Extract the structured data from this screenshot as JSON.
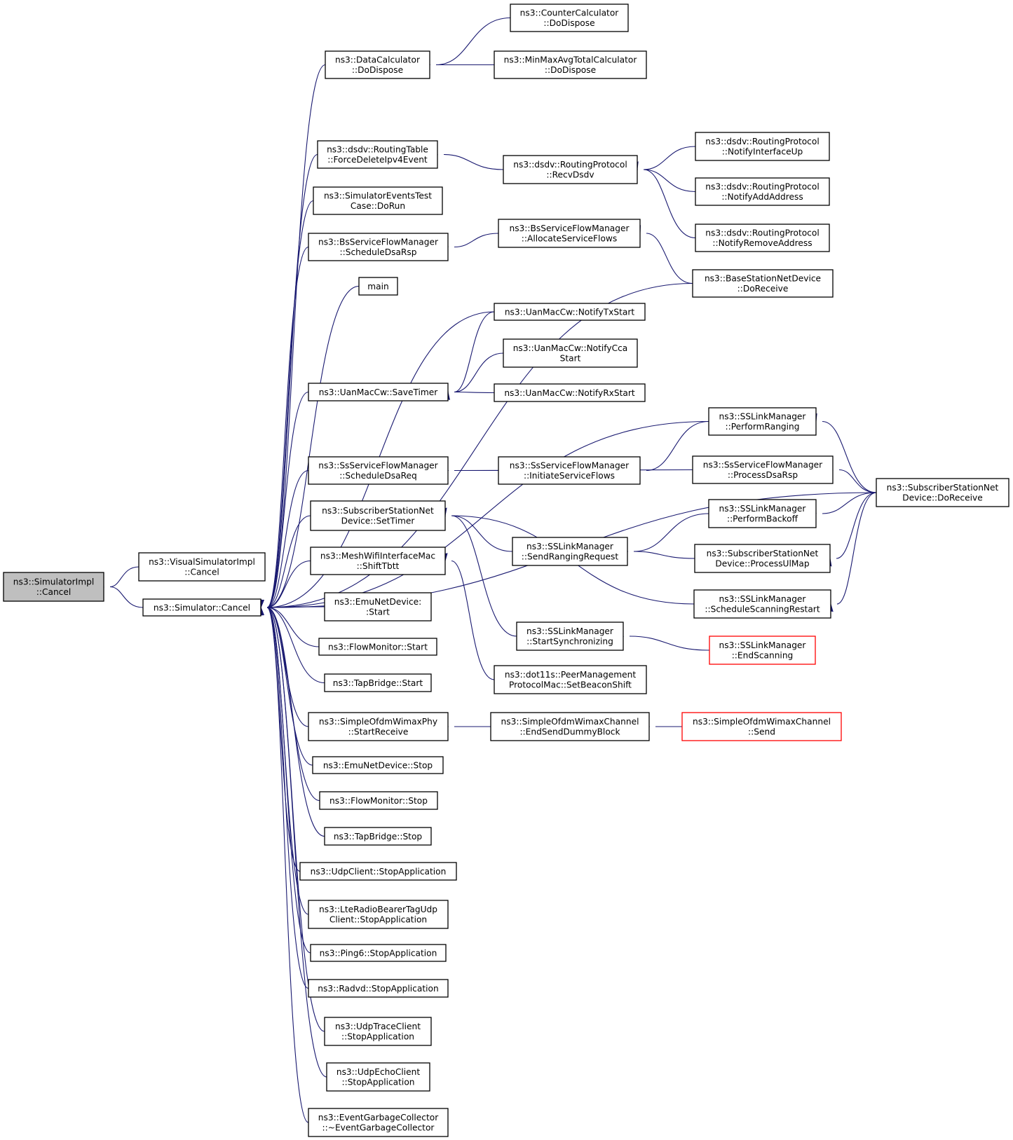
{
  "graph": {
    "nodes": [
      {
        "id": "root",
        "lines": [
          "ns3::SimulatorImpl",
          "::Cancel"
        ],
        "highlight": true
      },
      {
        "id": "visual",
        "lines": [
          "ns3::VisualSimulatorImpl",
          "::Cancel"
        ]
      },
      {
        "id": "simcancel",
        "lines": [
          "ns3::Simulator::Cancel"
        ]
      },
      {
        "id": "dc_dispose",
        "lines": [
          "ns3::DataCalculator",
          "::DoDispose"
        ]
      },
      {
        "id": "cc_dispose",
        "lines": [
          "ns3::CounterCalculator",
          "::DoDispose"
        ]
      },
      {
        "id": "mm_dispose",
        "lines": [
          "ns3::MinMaxAvgTotalCalculator",
          "::DoDispose"
        ]
      },
      {
        "id": "dsdv_rt",
        "lines": [
          "ns3::dsdv::RoutingTable",
          "::ForceDeleteIpv4Event"
        ]
      },
      {
        "id": "dsdv_recv",
        "lines": [
          "ns3::dsdv::RoutingProtocol",
          "::RecvDsdv"
        ]
      },
      {
        "id": "dsdv_up",
        "lines": [
          "ns3::dsdv::RoutingProtocol",
          "::NotifyInterfaceUp"
        ]
      },
      {
        "id": "dsdv_add",
        "lines": [
          "ns3::dsdv::RoutingProtocol",
          "::NotifyAddAddress"
        ]
      },
      {
        "id": "dsdv_rem",
        "lines": [
          "ns3::dsdv::RoutingProtocol",
          "::NotifyRemoveAddress"
        ]
      },
      {
        "id": "simev",
        "lines": [
          "ns3::SimulatorEventsTest",
          "Case::DoRun"
        ]
      },
      {
        "id": "bs_dsarsp",
        "lines": [
          "ns3::BsServiceFlowManager",
          "::ScheduleDsaRsp"
        ]
      },
      {
        "id": "bs_alloc",
        "lines": [
          "ns3::BsServiceFlowManager",
          "::AllocateServiceFlows"
        ]
      },
      {
        "id": "bsnd_recv",
        "lines": [
          "ns3::BaseStationNetDevice",
          "::DoReceive"
        ]
      },
      {
        "id": "main",
        "lines": [
          "main"
        ]
      },
      {
        "id": "uan_tx",
        "lines": [
          "ns3::UanMacCw::NotifyTxStart"
        ]
      },
      {
        "id": "uan_cca",
        "lines": [
          "ns3::UanMacCw::NotifyCca",
          "Start"
        ]
      },
      {
        "id": "uan_save",
        "lines": [
          "ns3::UanMacCw::SaveTimer"
        ]
      },
      {
        "id": "uan_rx",
        "lines": [
          "ns3::UanMacCw::NotifyRxStart"
        ]
      },
      {
        "id": "ss_range",
        "lines": [
          "ns3::SSLinkManager",
          "::PerformRanging"
        ]
      },
      {
        "id": "ss_dsareq",
        "lines": [
          "ns3::SsServiceFlowManager",
          "::ScheduleDsaReq"
        ]
      },
      {
        "id": "ss_init",
        "lines": [
          "ns3::SsServiceFlowManager",
          "::InitiateServiceFlows"
        ]
      },
      {
        "id": "ss_proc",
        "lines": [
          "ns3::SsServiceFlowManager",
          "::ProcessDsaRsp"
        ]
      },
      {
        "id": "ssnd_recv",
        "lines": [
          "ns3::SubscriberStationNet",
          "Device::DoReceive"
        ]
      },
      {
        "id": "ssnd_timer",
        "lines": [
          "ns3::SubscriberStationNet",
          "Device::SetTimer"
        ]
      },
      {
        "id": "ss_backoff",
        "lines": [
          "ns3::SSLinkManager",
          "::PerformBackoff"
        ]
      },
      {
        "id": "ss_sendreq",
        "lines": [
          "ns3::SSLinkManager",
          "::SendRangingRequest"
        ]
      },
      {
        "id": "ssnd_ulmap",
        "lines": [
          "ns3::SubscriberStationNet",
          "Device::ProcessUlMap"
        ]
      },
      {
        "id": "ss_sched",
        "lines": [
          "ns3::SSLinkManager",
          "::ScheduleScanningRestart"
        ]
      },
      {
        "id": "mesh_shift",
        "lines": [
          "ns3::MeshWifiInterfaceMac",
          "::ShiftTbtt"
        ]
      },
      {
        "id": "emu_start",
        "lines": [
          "ns3::EmuNetDevice:",
          ":Start"
        ]
      },
      {
        "id": "ss_sync",
        "lines": [
          "ns3::SSLinkManager",
          "::StartSynchronizing"
        ]
      },
      {
        "id": "ss_endscan",
        "lines": [
          "ns3::SSLinkManager",
          "::EndScanning"
        ],
        "truncated": true
      },
      {
        "id": "fm_start",
        "lines": [
          "ns3::FlowMonitor::Start"
        ]
      },
      {
        "id": "dot11s",
        "lines": [
          "ns3::dot11s::PeerManagement",
          "ProtocolMac::SetBeaconShift"
        ]
      },
      {
        "id": "tap_start",
        "lines": [
          "ns3::TapBridge::Start"
        ]
      },
      {
        "id": "sofdm_recv",
        "lines": [
          "ns3::SimpleOfdmWimaxPhy",
          "::StartReceive"
        ]
      },
      {
        "id": "sofdm_end",
        "lines": [
          "ns3::SimpleOfdmWimaxChannel",
          "::EndSendDummyBlock"
        ]
      },
      {
        "id": "sofdm_send",
        "lines": [
          "ns3::SimpleOfdmWimaxChannel",
          "::Send"
        ],
        "truncated": true
      },
      {
        "id": "emu_stop",
        "lines": [
          "ns3::EmuNetDevice::Stop"
        ]
      },
      {
        "id": "fm_stop",
        "lines": [
          "ns3::FlowMonitor::Stop"
        ]
      },
      {
        "id": "tap_stop",
        "lines": [
          "ns3::TapBridge::Stop"
        ]
      },
      {
        "id": "udp_stop",
        "lines": [
          "ns3::UdpClient::StopApplication"
        ]
      },
      {
        "id": "lte_stop",
        "lines": [
          "ns3::LteRadioBearerTagUdp",
          "Client::StopApplication"
        ]
      },
      {
        "id": "ping_stop",
        "lines": [
          "ns3::Ping6::StopApplication"
        ]
      },
      {
        "id": "radvd_stop",
        "lines": [
          "ns3::Radvd::StopApplication"
        ]
      },
      {
        "id": "udptrace_stop",
        "lines": [
          "ns3::UdpTraceClient",
          "::StopApplication"
        ]
      },
      {
        "id": "udpecho_stop",
        "lines": [
          "ns3::UdpEchoClient",
          "::StopApplication"
        ]
      },
      {
        "id": "egc",
        "lines": [
          "ns3::EventGarbageCollector",
          "::~EventGarbageCollector"
        ]
      }
    ],
    "edges": [
      {
        "from": "visual",
        "to": "root"
      },
      {
        "from": "simcancel",
        "to": "root"
      },
      {
        "from": "dc_dispose",
        "to": "simcancel"
      },
      {
        "from": "cc_dispose",
        "to": "dc_dispose"
      },
      {
        "from": "mm_dispose",
        "to": "dc_dispose"
      },
      {
        "from": "ssnd_recv",
        "to": "simcancel"
      },
      {
        "from": "dsdv_rt",
        "to": "simcancel"
      },
      {
        "from": "dsdv_recv",
        "to": "dsdv_rt"
      },
      {
        "from": "dsdv_up",
        "to": "dsdv_recv"
      },
      {
        "from": "dsdv_add",
        "to": "dsdv_recv"
      },
      {
        "from": "dsdv_rem",
        "to": "dsdv_recv"
      },
      {
        "from": "simev",
        "to": "simcancel"
      },
      {
        "from": "bs_dsarsp",
        "to": "simcancel"
      },
      {
        "from": "bs_alloc",
        "to": "bs_dsarsp"
      },
      {
        "from": "bsnd_recv",
        "to": "bs_alloc"
      },
      {
        "from": "main",
        "to": "simcancel"
      },
      {
        "from": "bsnd_recv",
        "to": "simcancel"
      },
      {
        "from": "uan_tx",
        "to": "simcancel"
      },
      {
        "from": "uan_save",
        "to": "simcancel"
      },
      {
        "from": "uan_tx",
        "to": "uan_save"
      },
      {
        "from": "uan_cca",
        "to": "uan_save"
      },
      {
        "from": "uan_rx",
        "to": "uan_save"
      },
      {
        "from": "ss_range",
        "to": "simcancel"
      },
      {
        "from": "ssnd_recv",
        "to": "ss_range"
      },
      {
        "from": "ss_dsareq",
        "to": "simcancel"
      },
      {
        "from": "ss_init",
        "to": "ss_dsareq"
      },
      {
        "from": "ss_proc",
        "to": "ss_dsareq"
      },
      {
        "from": "ss_range",
        "to": "ss_init"
      },
      {
        "from": "ssnd_recv",
        "to": "ss_proc"
      },
      {
        "from": "ssnd_recv",
        "to": "ss_backoff"
      },
      {
        "from": "ssnd_recv",
        "to": "ssnd_ulmap"
      },
      {
        "from": "ssnd_recv",
        "to": "ss_sched"
      },
      {
        "from": "ssnd_timer",
        "to": "simcancel"
      },
      {
        "from": "ss_sendreq",
        "to": "ssnd_timer"
      },
      {
        "from": "ss_sched",
        "to": "ssnd_timer"
      },
      {
        "from": "ss_sync",
        "to": "ssnd_timer"
      },
      {
        "from": "ss_backoff",
        "to": "ss_sendreq"
      },
      {
        "from": "ssnd_ulmap",
        "to": "ss_sendreq"
      },
      {
        "from": "ss_endscan",
        "to": "ss_sync"
      },
      {
        "from": "mesh_shift",
        "to": "simcancel"
      },
      {
        "from": "dot11s",
        "to": "mesh_shift"
      },
      {
        "from": "emu_start",
        "to": "simcancel"
      },
      {
        "from": "fm_start",
        "to": "simcancel"
      },
      {
        "from": "tap_start",
        "to": "simcancel"
      },
      {
        "from": "sofdm_recv",
        "to": "simcancel"
      },
      {
        "from": "sofdm_end",
        "to": "sofdm_recv"
      },
      {
        "from": "sofdm_send",
        "to": "sofdm_end"
      },
      {
        "from": "emu_stop",
        "to": "simcancel"
      },
      {
        "from": "fm_stop",
        "to": "simcancel"
      },
      {
        "from": "tap_stop",
        "to": "simcancel"
      },
      {
        "from": "udp_stop",
        "to": "simcancel"
      },
      {
        "from": "lte_stop",
        "to": "simcancel"
      },
      {
        "from": "ping_stop",
        "to": "simcancel"
      },
      {
        "from": "radvd_stop",
        "to": "simcancel"
      },
      {
        "from": "udptrace_stop",
        "to": "simcancel"
      },
      {
        "from": "udpecho_stop",
        "to": "simcancel"
      },
      {
        "from": "egc",
        "to": "simcancel"
      }
    ]
  },
  "colors": {
    "edge": "#191970",
    "node_border": "#000000",
    "truncated_border": "#ff0000",
    "root_fill": "#bfbfbf",
    "node_fill": "#ffffff"
  }
}
